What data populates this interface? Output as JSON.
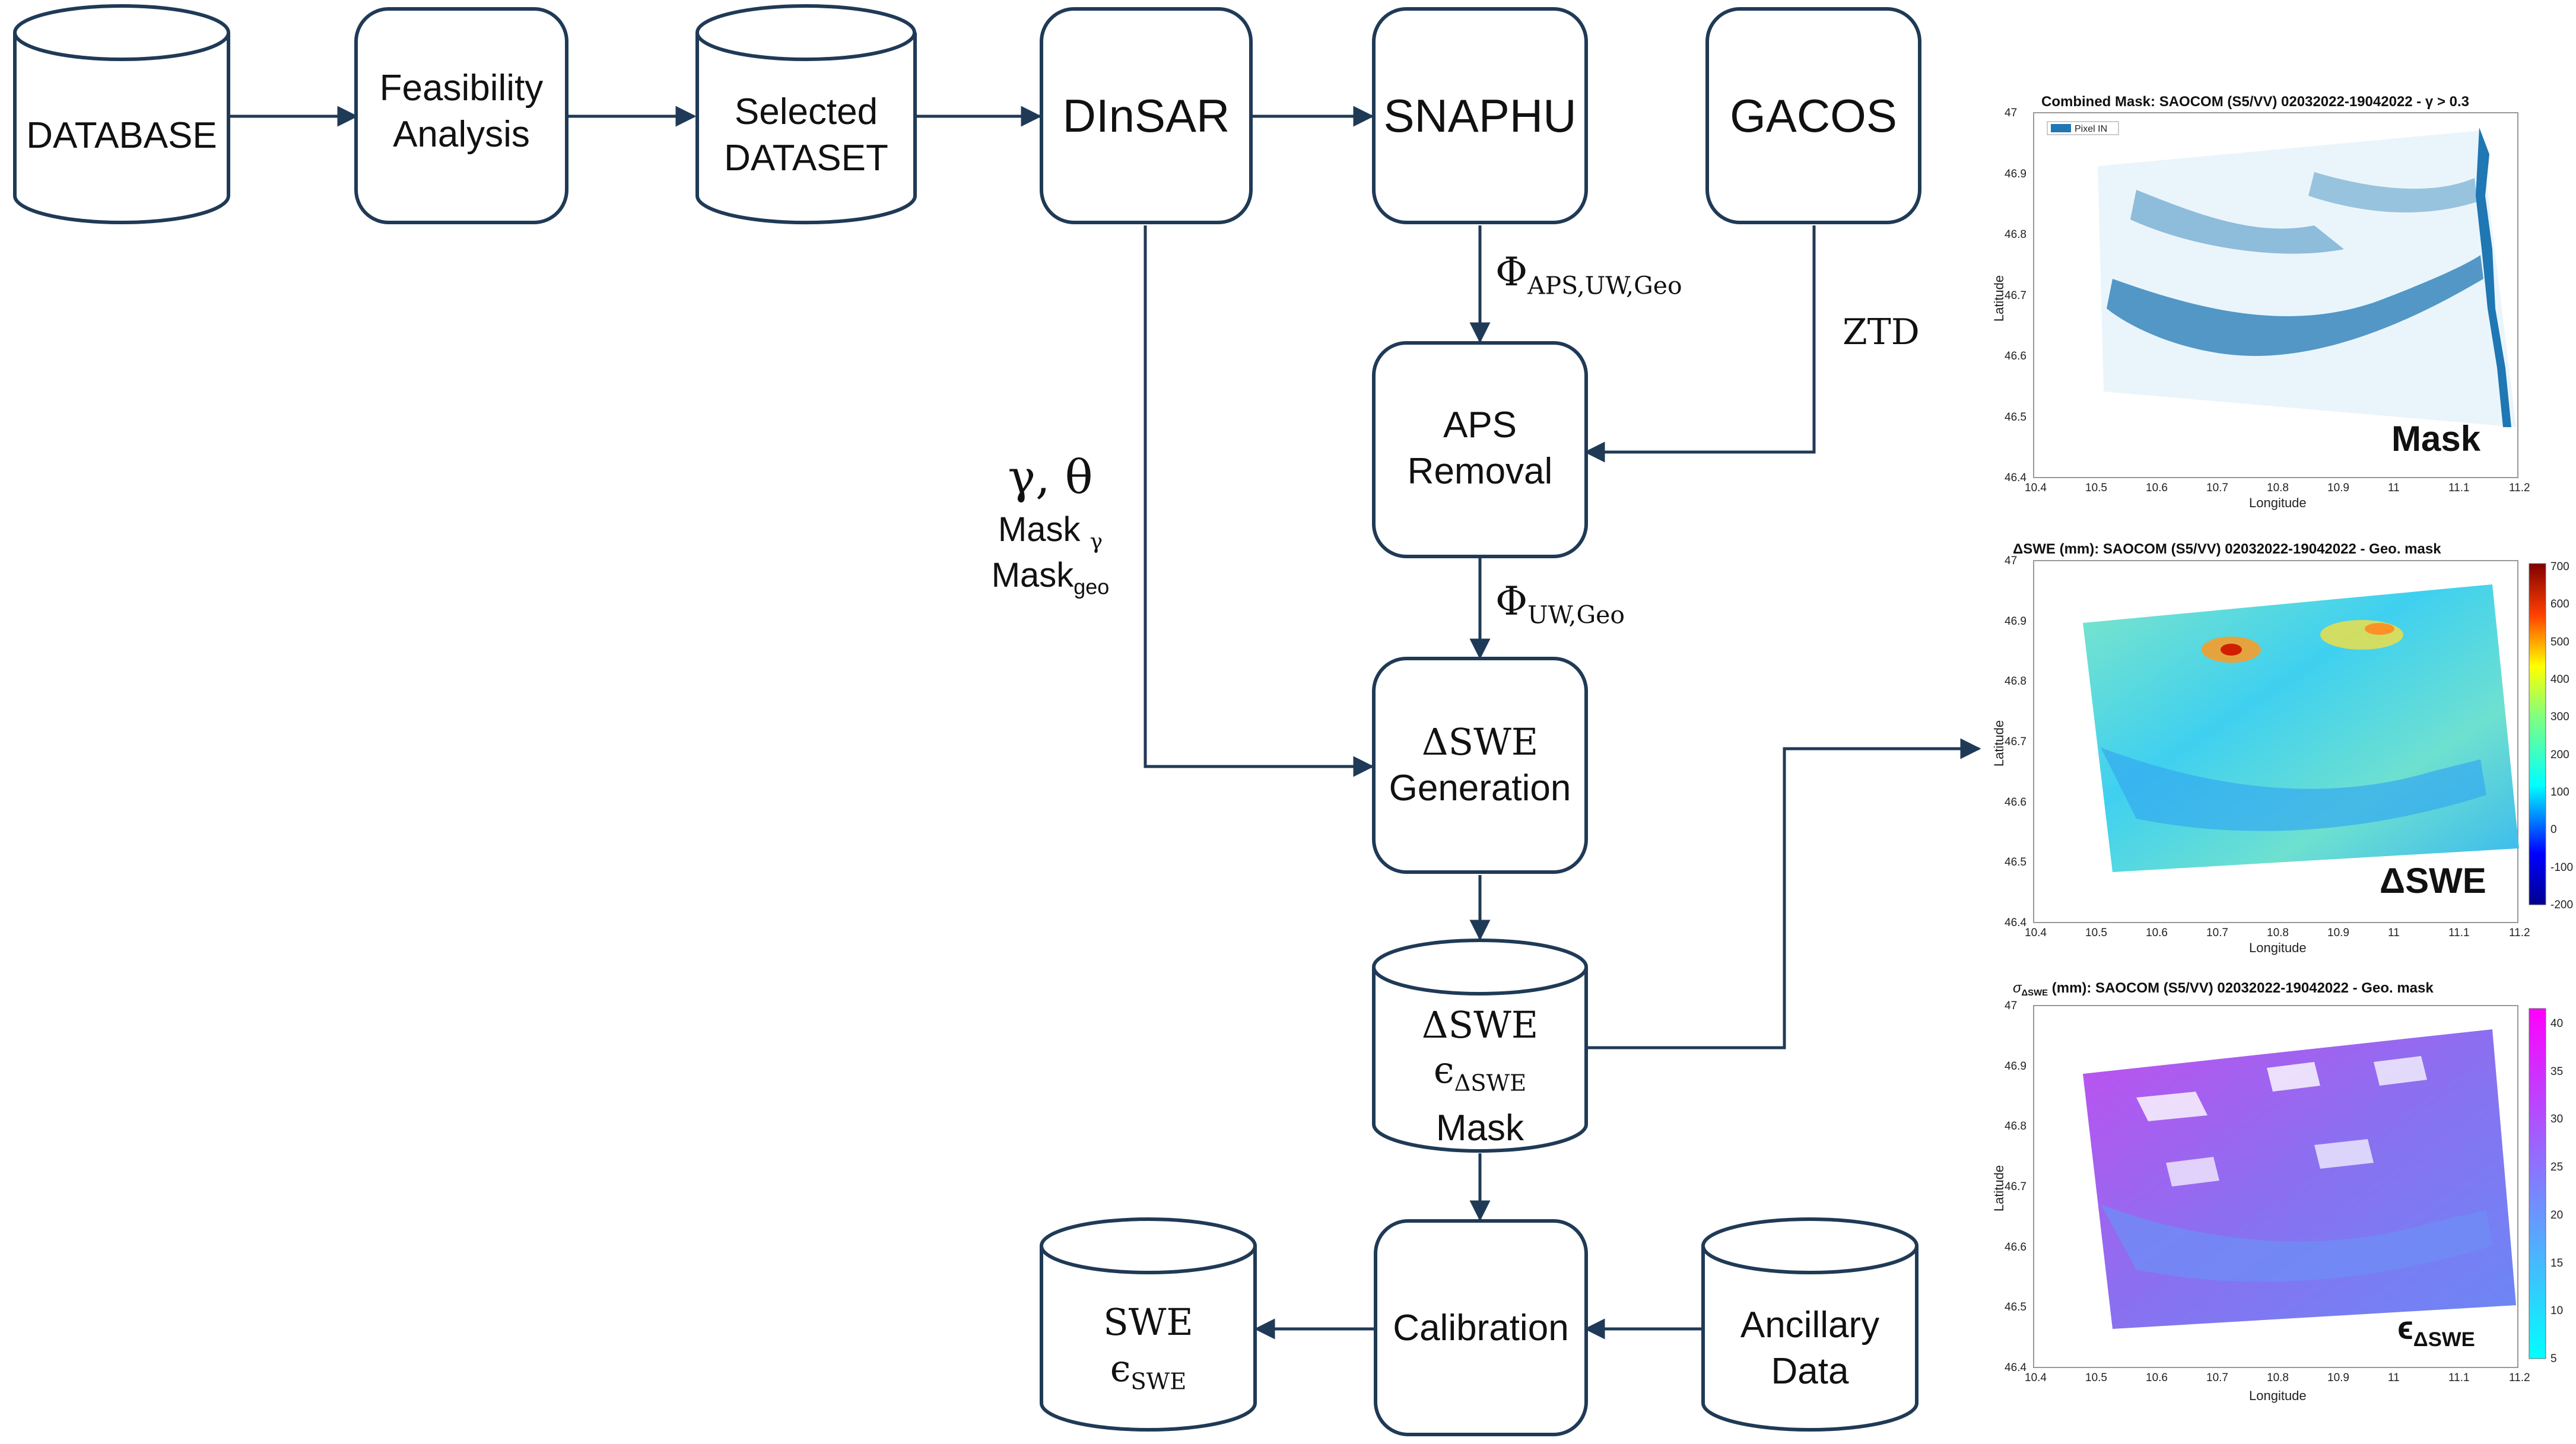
{
  "nodes": {
    "database": "DATABASE",
    "feasibility_line1": "Feasibility",
    "feasibility_line2": "Analysis",
    "selected_line1": "Selected",
    "selected_line2": "DATASET",
    "dinsar": "DInSAR",
    "snaphu": "SNAPHU",
    "gacos": "GACOS",
    "aps_line1": "APS",
    "aps_line2": "Removal",
    "dswe_gen_line1": "ΔSWE",
    "dswe_gen_line2": "Generation",
    "dswe_db_line1": "ΔSWE",
    "dswe_db_eps": "ϵ",
    "dswe_db_eps_sub": "ΔSWE",
    "dswe_db_line3": "Mask",
    "calibration": "Calibration",
    "ancillary_line1": "Ancillary",
    "ancillary_line2": "Data",
    "swe_line1": "SWE",
    "swe_eps": "ϵ",
    "swe_eps_sub": "SWE"
  },
  "edge_labels": {
    "phi1": "Φ",
    "phi1_sub": "APS,UW,Geo",
    "ztd": "ZTD",
    "phi2": "Φ",
    "phi2_sub": "UW,Geo",
    "gamma_theta": "γ, θ",
    "mask_gamma": "Mask",
    "mask_gamma_sub": "γ",
    "mask_geo": "Mask",
    "mask_geo_sub": "geo"
  },
  "panels": {
    "mask": {
      "title": "Combined Mask: SAOCOM (S5/VV) 02032022-19042022 - γ > 0.3",
      "legend": "Pixel IN",
      "label": "Mask",
      "xlabel": "Longitude",
      "ylabel": "Latitude",
      "xticks": [
        "10.4",
        "10.5",
        "10.6",
        "10.7",
        "10.8",
        "10.9",
        "11",
        "11.1",
        "11.2"
      ],
      "yticks": [
        "47",
        "46.9",
        "46.8",
        "46.7",
        "46.6",
        "46.5",
        "46.4"
      ],
      "color": "#1f77b4"
    },
    "dswe": {
      "title": "ΔSWE (mm): SAOCOM (S5/VV) 02032022-19042022 - Geo. mask",
      "label": "ΔSWE",
      "xlabel": "Longitude",
      "ylabel": "Latitude",
      "xticks": [
        "10.4",
        "10.5",
        "10.6",
        "10.7",
        "10.8",
        "10.9",
        "11",
        "11.1",
        "11.2"
      ],
      "yticks": [
        "47",
        "46.9",
        "46.8",
        "46.7",
        "46.6",
        "46.5",
        "46.4"
      ],
      "cbar_ticks": [
        "700",
        "600",
        "500",
        "400",
        "300",
        "200",
        "100",
        "0",
        "-100",
        "-200"
      ]
    },
    "eps": {
      "title_sigma": "σ",
      "title_sigma_sub": "ΔSWE",
      "title_rest": "(mm): SAOCOM (S5/VV) 02032022-19042022 - Geo. mask",
      "label": "ϵ",
      "label_sub": "ΔSWE",
      "xlabel": "Longitude",
      "ylabel": "Latitude",
      "xticks": [
        "10.4",
        "10.5",
        "10.6",
        "10.7",
        "10.8",
        "10.9",
        "11",
        "11.1",
        "11.2"
      ],
      "yticks": [
        "47",
        "46.9",
        "46.8",
        "46.7",
        "46.6",
        "46.5",
        "46.4"
      ],
      "cbar_ticks": [
        "40",
        "35",
        "30",
        "25",
        "20",
        "15",
        "10",
        "5"
      ]
    }
  },
  "colors": {
    "stroke": "#1f3a56",
    "node_fill": "#ffffff"
  }
}
